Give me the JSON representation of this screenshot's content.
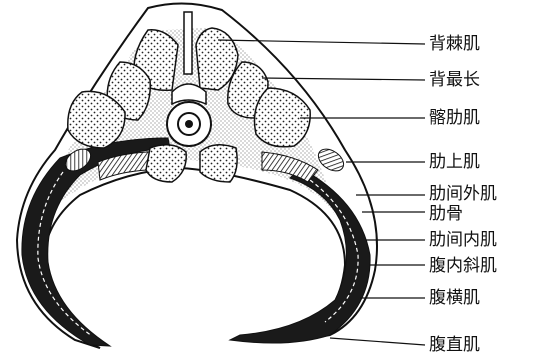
{
  "labels": [
    {
      "id": "multifidus",
      "text": "背棘肌"
    },
    {
      "id": "longissimus",
      "text": "背最长"
    },
    {
      "id": "iliocostalis",
      "text": "髂肋肌"
    },
    {
      "id": "supracostal",
      "text": "肋上肌"
    },
    {
      "id": "ext-intercostal",
      "text": "肋间外肌"
    },
    {
      "id": "rib",
      "text": "肋骨"
    },
    {
      "id": "int-intercostal",
      "text": "肋间内肌"
    },
    {
      "id": "int-oblique",
      "text": "腹内斜肌"
    },
    {
      "id": "transversus",
      "text": "腹横肌"
    },
    {
      "id": "rectus",
      "text": "腹直肌"
    }
  ]
}
